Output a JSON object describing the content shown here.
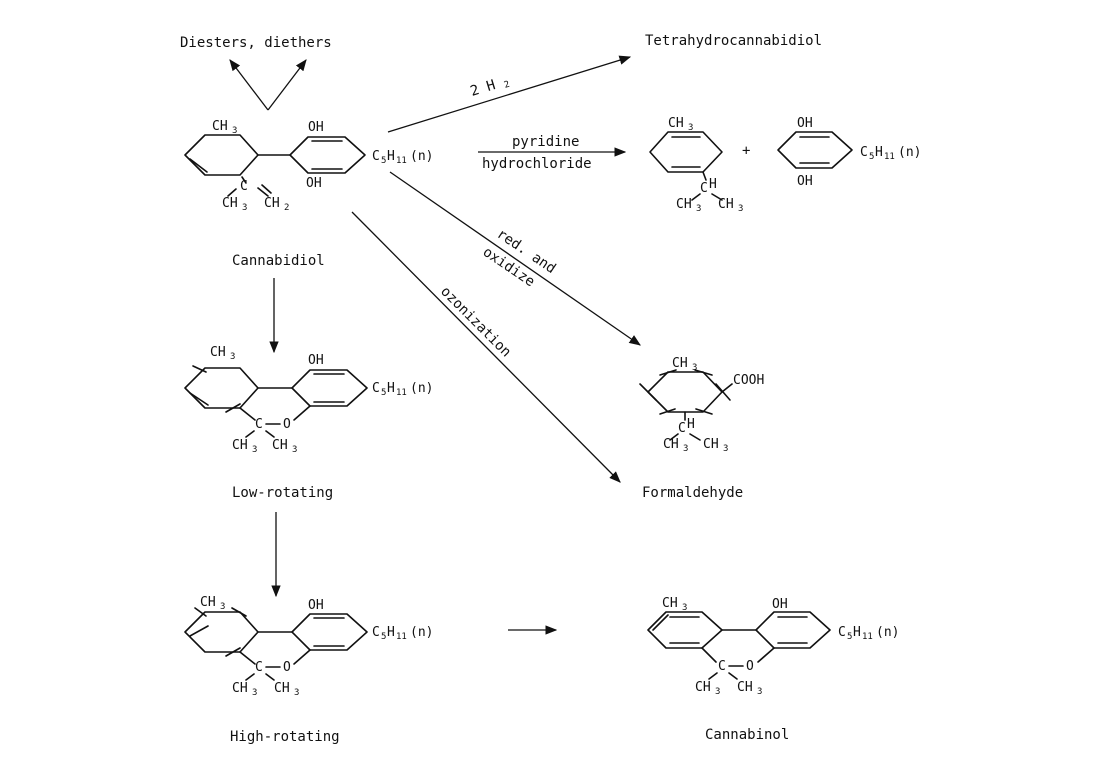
{
  "title_products": {
    "diesters": "Diesters, diethers",
    "thc": "Tetrahydrocannabidiol",
    "formaldehyde": "Formaldehyde"
  },
  "reagents": {
    "h2": "2 H",
    "h2_sub": "2",
    "pyridine": "pyridine",
    "pyridine_hcl": "hydrochloride",
    "red_oxidize_1": "red. and",
    "red_oxidize_2": "oxidize",
    "ozonization": "ozonization",
    "plus": "+"
  },
  "compounds": {
    "cannabidiol": "Cannabidiol",
    "low_rotating": "Low-rotating",
    "high_rotating": "High-rotating",
    "cannabinol": "Cannabinol"
  },
  "groups": {
    "ch": "CH",
    "ch_sub": "3",
    "ch2_sub": "2",
    "oh": "OH",
    "cooh": "COOH",
    "c": "C",
    "o": "O",
    "h": "H",
    "c5": "C",
    "c5_sub": "5",
    "h11": "H",
    "h11_sub": "11",
    "n_paren": "(n)"
  }
}
